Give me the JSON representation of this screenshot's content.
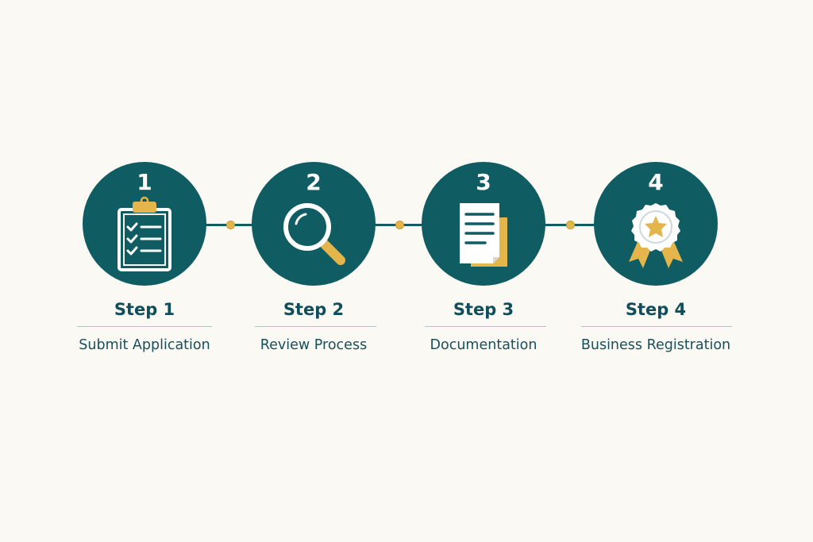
{
  "colors": {
    "background": "#fbf9f3",
    "teal": "#0f5c63",
    "gold": "#e4b54a",
    "text": "#0f4e5a"
  },
  "steps": [
    {
      "number": "1",
      "title": "Step 1",
      "description": "Submit Application",
      "icon": "clipboard-checklist-icon"
    },
    {
      "number": "2",
      "title": "Step 2",
      "description": "Review Process",
      "icon": "magnifying-glass-icon"
    },
    {
      "number": "3",
      "title": "Step 3",
      "description": "Documentation",
      "icon": "document-icon"
    },
    {
      "number": "4",
      "title": "Step 4",
      "description": "Business Registration",
      "icon": "award-ribbon-icon"
    }
  ]
}
